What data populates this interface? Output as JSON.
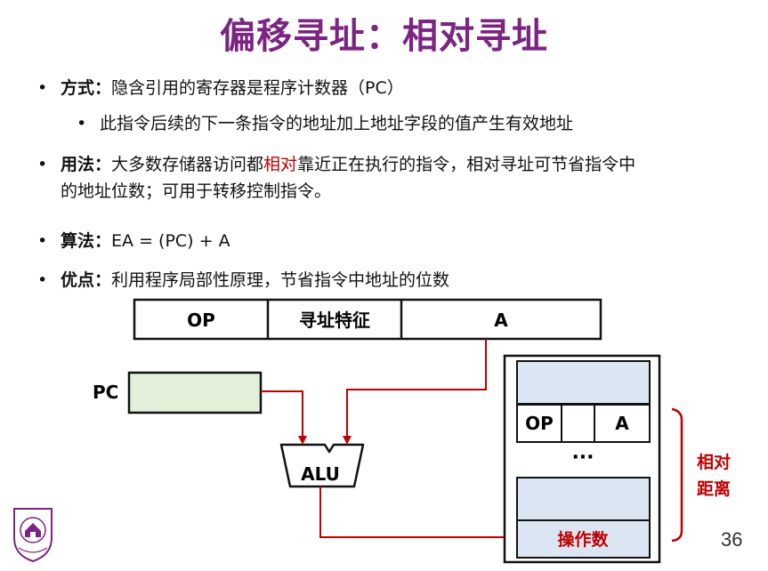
{
  "title": "偏移寻址：相对寻址",
  "bullets": {
    "b1": {
      "label": "方式",
      "text": "隐含引用的寄存器是程序计数器（PC）"
    },
    "b1_sub": "此指令后续的下一条指令的地址加上地址字段的值产生有效地址",
    "b2": {
      "label": "用法",
      "pre": "大多数存储器访问都",
      "highlight": "相对",
      "post": "靠近正在执行的指令，相对寻址可节省指令中",
      "line2": "的地址位数；可用于转移控制指令。"
    },
    "b3": {
      "label": "算法",
      "text": "EA = (PC) + A"
    },
    "b4": {
      "label": "优点",
      "text": "利用程序局部性原理，节省指令中地址的位数"
    },
    "colon": "："
  },
  "diagram": {
    "instr_fields": [
      "OP",
      "寻址特征",
      "A"
    ],
    "pc_label": "PC",
    "alu_label": "ALU",
    "mem_op": "OP",
    "mem_a": "A",
    "ellipsis": "···",
    "operand_label": "操作数",
    "relative_distance": [
      "相对",
      "距离"
    ]
  },
  "page_number": "36",
  "colors": {
    "title": "#7b2482",
    "accent_red": "#c00000",
    "fill_blue": "#dce6f2",
    "fill_green": "#e2efd9"
  }
}
